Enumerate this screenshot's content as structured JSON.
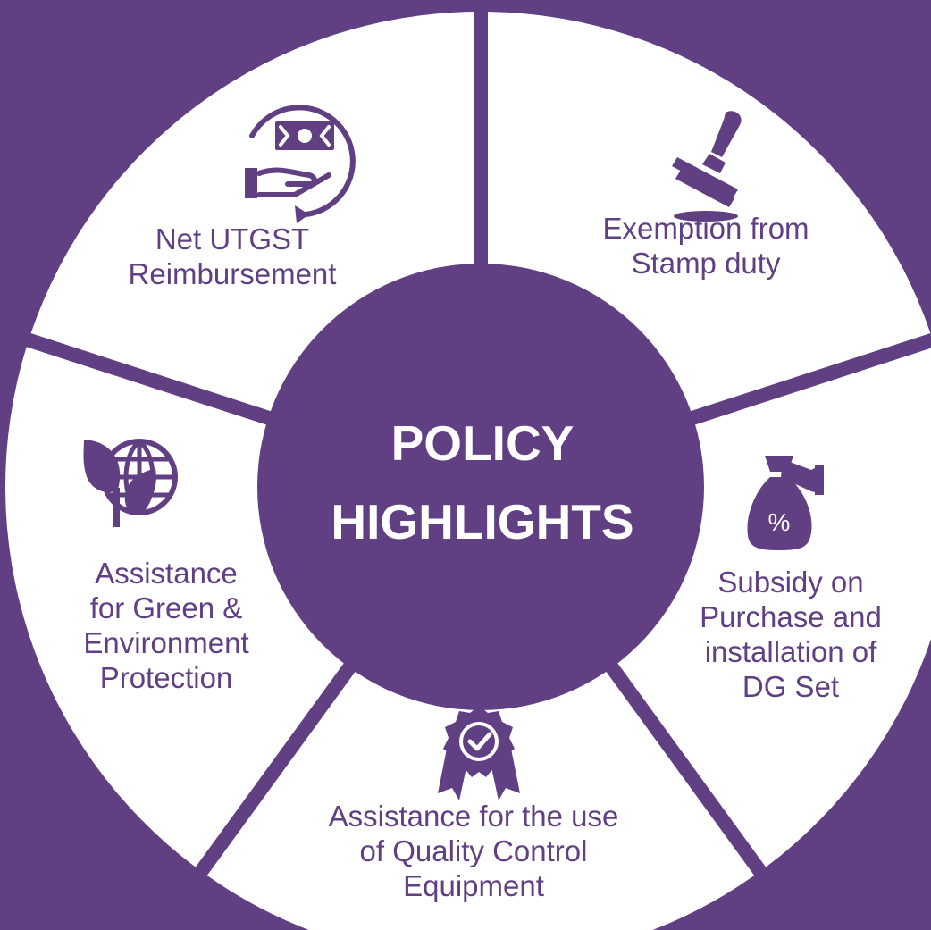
{
  "theme": {
    "background": "#603f83",
    "segment_fill": "#ffffff",
    "accent": "#603f83",
    "center_fill": "#603f83",
    "center_text": "#ffffff"
  },
  "center": {
    "title": "POLICY\nHIGHLIGHTS"
  },
  "segments": [
    {
      "label": "Net UTGST\nReimbursement",
      "icon": "hand-money-cycle-icon"
    },
    {
      "label": "Exemption from\nStamp duty",
      "icon": "stamp-icon"
    },
    {
      "label": "Subsidy on\nPurchase and\ninstallation of\nDG Set",
      "icon": "money-bag-percent-icon"
    },
    {
      "label": "Assistance for the use\nof Quality Control\nEquipment",
      "icon": "quality-badge-icon"
    },
    {
      "label": "Assistance\nfor Green &\nEnvironment\nProtection",
      "icon": "green-globe-icon"
    }
  ]
}
